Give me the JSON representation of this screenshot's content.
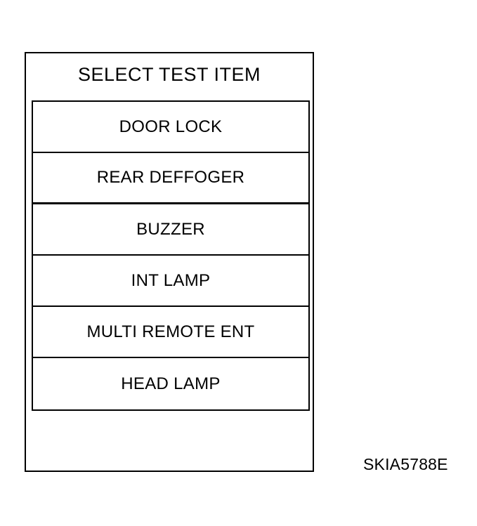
{
  "figure": {
    "type": "line-diagram",
    "subject": "scan-tool-screen",
    "reference_code": "SKIA5788E",
    "background_color": "#ffffff",
    "line_color": "#000000"
  },
  "screen": {
    "title": "SELECT TEST ITEM",
    "menu": {
      "item_count": 6,
      "items": [
        {
          "label": "DOOR LOCK"
        },
        {
          "label": "REAR DEFFOGER"
        },
        {
          "label": "BUZZER"
        },
        {
          "label": "INT LAMP"
        },
        {
          "label": "MULTI REMOTE ENT"
        },
        {
          "label": "HEAD LAMP"
        }
      ]
    }
  }
}
